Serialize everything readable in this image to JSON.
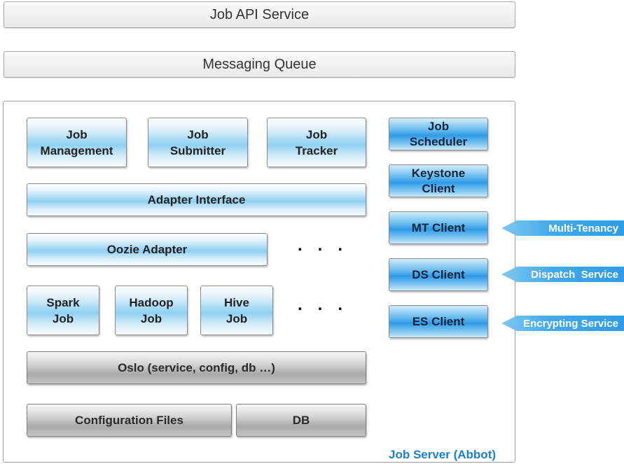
{
  "top": {
    "api_service": "Job API Service",
    "messaging_queue": "Messaging Queue"
  },
  "server": {
    "label": "Job Server (Abbot)",
    "job_management": "Job\nManagement",
    "job_submitter": "Job\nSubmitter",
    "job_tracker": "Job\nTracker",
    "adapter_interface": "Adapter Interface",
    "oozie_adapter": "Oozie Adapter",
    "spark_job": "Spark\nJob",
    "hadoop_job": "Hadoop\nJob",
    "hive_job": "Hive\nJob",
    "ellipsis_1": "...",
    "ellipsis_2": "...",
    "oslo": "Oslo (service, config, db …)",
    "configuration_files": "Configuration Files",
    "db": "DB"
  },
  "clients": {
    "job_scheduler": "Job\nScheduler",
    "keystone_client": "Keystone\nClient",
    "mt_client": "MT Client",
    "ds_client": "DS Client",
    "es_client": "ES Client"
  },
  "external": {
    "multi_tenancy": "Multi-Tenancy",
    "dispatch_service": "Dispatch  Service",
    "encrypting_service": "Encrypting Service"
  },
  "colors": {
    "label_blue": "#1a7fd0",
    "arrow_blue": "#2e9ce6"
  }
}
